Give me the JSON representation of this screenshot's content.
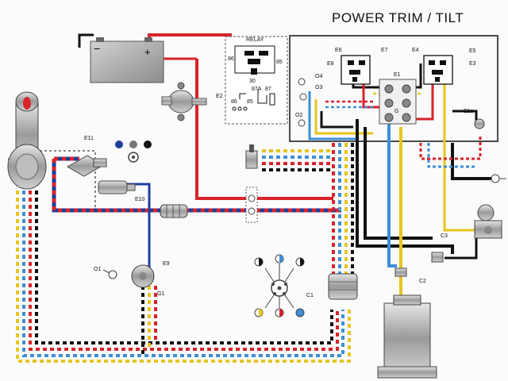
{
  "diagram": {
    "title": "POWER TRIM / TILT",
    "relay": {
      "title": "RELAY",
      "pins": [
        "86",
        "87A",
        "85",
        "30",
        "87A",
        "87",
        "86",
        "85"
      ]
    },
    "component_labels": {
      "e1": "E1",
      "e1a": "E1a",
      "e2": "E2",
      "e3": "E3",
      "e4": "E4",
      "e5": "E5",
      "e6": "E6",
      "e7": "E7",
      "e8": "E8",
      "e9": "E9",
      "e10": "E10",
      "e11": "E11",
      "c1": "C1",
      "c2": "C2",
      "c3": "C3",
      "g": "G",
      "g1": "G1",
      "o1": "O1",
      "o2": "O2",
      "o3": "O3",
      "o4": "O4"
    },
    "battery": {
      "minus": "−",
      "plus": "+"
    },
    "wire_colors": {
      "red": "#d8232a",
      "blue": "#1c3f9c",
      "light_blue": "#3c8fd6",
      "yellow": "#e7c51c",
      "black": "#111111",
      "white": "#ffffff"
    }
  }
}
